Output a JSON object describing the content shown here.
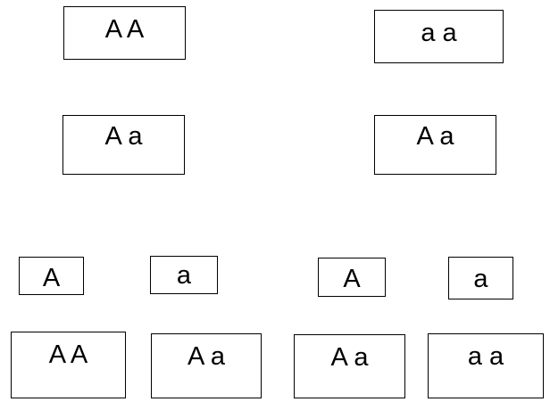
{
  "parents": [
    {
      "genotype": "A A"
    },
    {
      "genotype": "a a"
    }
  ],
  "offspring_f1": [
    {
      "genotype": "A a"
    },
    {
      "genotype": "A a"
    }
  ],
  "gametes": [
    {
      "allele": "A"
    },
    {
      "allele": "a"
    },
    {
      "allele": "A"
    },
    {
      "allele": "a"
    }
  ],
  "offspring_f2": [
    {
      "genotype": "A A"
    },
    {
      "genotype": "A a"
    },
    {
      "genotype": "A a"
    },
    {
      "genotype": "a a"
    }
  ]
}
